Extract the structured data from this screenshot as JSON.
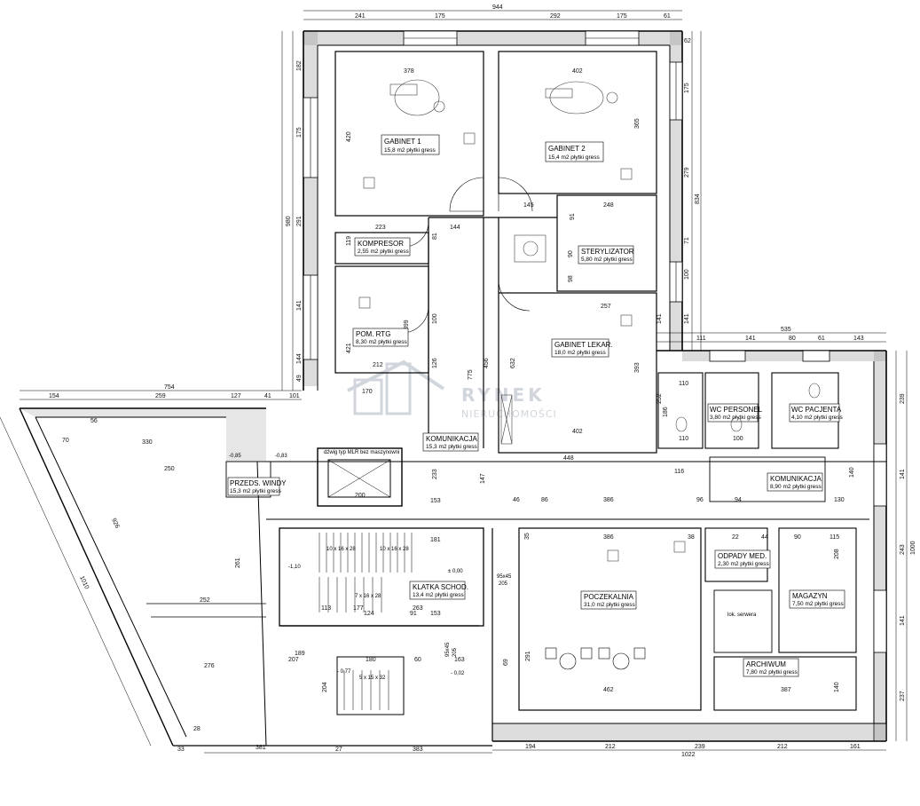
{
  "plan": {
    "rooms": [
      {
        "id": "gabinet1",
        "name": "GABINET 1",
        "area": "15,8 m2 płytki gress"
      },
      {
        "id": "gabinet2",
        "name": "GABINET 2",
        "area": "15,4 m2 płytki gress"
      },
      {
        "id": "kompresor",
        "name": "KOMPRESOR",
        "area": "2,55 m2 płytki gress"
      },
      {
        "id": "sterylizator",
        "name": "STERYLIZATOR",
        "area": "5,80 m2 płytki gress"
      },
      {
        "id": "pomrtg",
        "name": "POM. RTG",
        "area": "8,30 m2 płytki gress"
      },
      {
        "id": "gabinetlekar",
        "name": "GABINET LEKAR.",
        "area": "18,0 m2 płytki gress"
      },
      {
        "id": "komunikacja1",
        "name": "KOMUNIKACJA",
        "area": "15,3 m2 płytki gress"
      },
      {
        "id": "wcpersonel",
        "name": "WC PERSONEL",
        "area": "3,80 m2 płytki gress"
      },
      {
        "id": "wcpacjenta",
        "name": "WC PACJENTA",
        "area": "4,10 m2 płytki gress"
      },
      {
        "id": "komunikacja2",
        "name": "KOMUNIKACJA",
        "area": "8,90 m2 płytki gress"
      },
      {
        "id": "przedswindy",
        "name": "PRZEDS. WINDY",
        "area": "15,3 m2 płytki gress"
      },
      {
        "id": "klatka",
        "name": "KLATKA SCHOD.",
        "area": "13,4 m2 płytki gress"
      },
      {
        "id": "poczekalnia",
        "name": "POCZEKALNIA",
        "area": "31,0 m2 płytki gress"
      },
      {
        "id": "odpady",
        "name": "ODPADY MED.",
        "area": "2,30 m2 płytki gress"
      },
      {
        "id": "magazyn",
        "name": "MAGAZYN",
        "area": "7,50 m2 płytki gress"
      },
      {
        "id": "archiwum",
        "name": "ARCHIWUM",
        "area": "7,80 m2 płytki gress"
      }
    ],
    "notes": {
      "lift": "dźwig typ MLR bez maszynowni",
      "server": "lok. serwera",
      "stairs1": "10 x 16 x 28",
      "stairs2": "10 x 16 x 28",
      "stairs3": "7 x 16 x 28",
      "stairs4": "5 x 15 x 32"
    },
    "levels": {
      "l1": "-0,85",
      "l2": "-0,83",
      "l3": "-1,10",
      "l4": "± 0,00",
      "l5": "- 0,77",
      "l6": "- 0,02",
      "o1": "95x45",
      "o2": "205",
      "o3": "95x45",
      "o4": "205"
    },
    "dims_top": {
      "total": "944",
      "a": "241",
      "b": "175",
      "c": "292",
      "d": "175",
      "e": "61",
      "f": "62"
    },
    "dims_left_top": {
      "total": "980",
      "a": "182",
      "b": "175",
      "c": "291",
      "d": "141",
      "e": "144",
      "f": "49"
    },
    "dims_right_top": {
      "total": "834",
      "a": "175",
      "b": "279",
      "c": "71",
      "d": "100",
      "e": "141"
    },
    "dims_left_bottom": {
      "total": "754",
      "a": "154",
      "b": "259",
      "c": "127",
      "d": "41",
      "e": "101",
      "f": "56",
      "g": "70",
      "h": "330",
      "i": "250",
      "j": "926",
      "k": "1010",
      "l": "261",
      "m": "252",
      "n": "276",
      "o": "381",
      "p": "33",
      "q": "28"
    },
    "dims_right_wing": {
      "total": "535",
      "a": "111",
      "b": "141",
      "c": "80",
      "d": "61",
      "e": "143",
      "f": "239",
      "g": "141",
      "h": "243",
      "i": "141",
      "j": "237",
      "k": "1000"
    },
    "dims_bottom": {
      "total": "1022",
      "a": "194",
      "b": "212",
      "c": "239",
      "d": "212",
      "e": "161",
      "f": "383",
      "g": "27"
    },
    "interior_dims": {
      "g1w": "378",
      "g1h": "420",
      "g2w": "402",
      "g2h": "365",
      "k1": "223",
      "k2": "119",
      "k3": "81",
      "c1": "144",
      "c2": "145",
      "st1": "248",
      "st2": "91",
      "st3": "90",
      "st4": "98",
      "r1": "212",
      "r2": "421",
      "r3": "399",
      "r4": "100",
      "r5": "126",
      "gl1": "257",
      "gl2": "393",
      "gl3": "402",
      "gl4": "632",
      "gl5": "252",
      "gl6": "141",
      "corr": "775",
      "c456": "456",
      "c448": "448",
      "c147": "147",
      "c233": "233",
      "c386": "386",
      "c462": "462",
      "c387": "387",
      "c291": "291",
      "c69": "69",
      "k200": "200",
      "k181": "181",
      "k263": "263",
      "k153": "153",
      "k177": "177",
      "k124": "124",
      "k113": "113",
      "k91": "91",
      "k180": "180",
      "k60": "60",
      "k163": "163",
      "k189": "189",
      "k207": "207",
      "k204": "204",
      "w110": "110",
      "w186": "186",
      "w116": "116",
      "w100": "100",
      "w94": "94",
      "w96": "96",
      "w130": "130",
      "w115": "115",
      "w208": "208",
      "w140": "140",
      "w90": "90",
      "w44": "44",
      "w22": "22",
      "w38": "38",
      "w35": "35",
      "w46": "46",
      "w86": "86",
      "w170": "170"
    }
  },
  "watermark": {
    "line1": "RYNEK",
    "line2": "NIERUCHOMOŚCI"
  }
}
